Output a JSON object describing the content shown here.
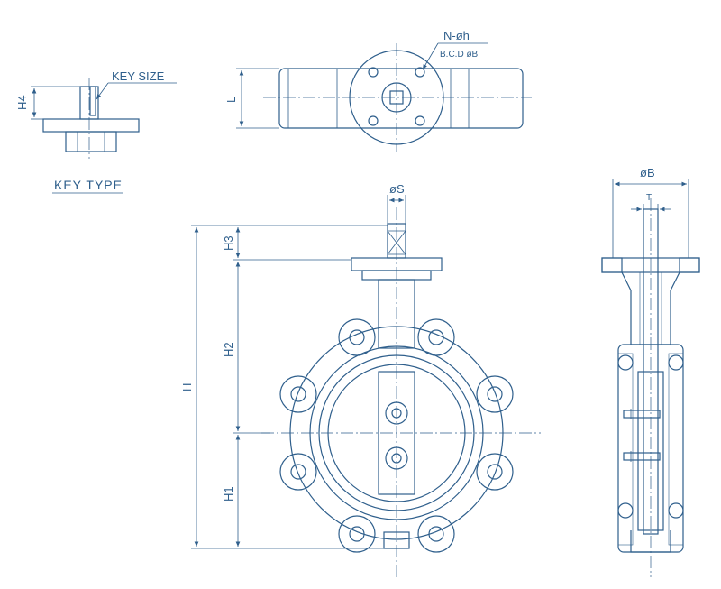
{
  "labels": {
    "key_size": "KEY SIZE",
    "key_type": "KEY TYPE",
    "h4": "H4",
    "l": "L",
    "n_phi_h": "N-øh",
    "bcd": "B.C.D øB",
    "phi_s": "øS",
    "h3": "H3",
    "h2": "H2",
    "h1": "H1",
    "h": "H",
    "phi_b": "øB",
    "t": "T"
  }
}
